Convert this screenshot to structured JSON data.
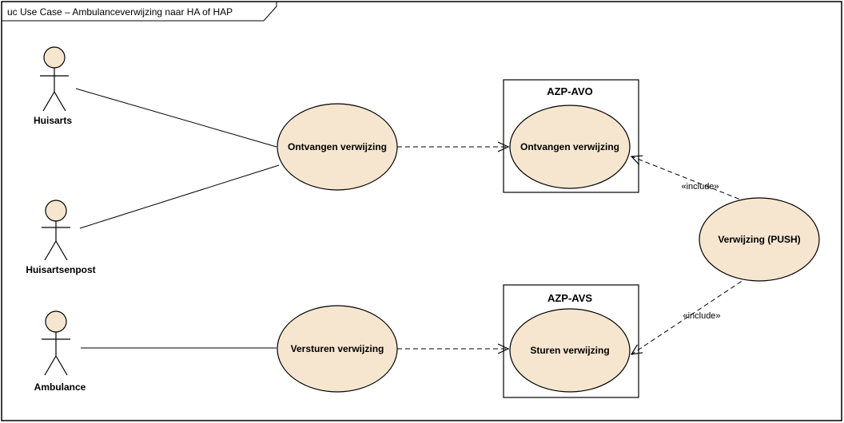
{
  "frame": {
    "title": "uc Use Case – Ambulanceverwijzing naar HA of HAP"
  },
  "actors": {
    "huisarts": "Huisarts",
    "huisartsenpost": "Huisartsenpost",
    "ambulance": "Ambulance"
  },
  "use_cases": {
    "ontvangen": "Ontvangen verwijzing",
    "versturen": "Versturen verwijzing",
    "avo_ontvangen": "Ontvangen verwijzing",
    "avs_sturen": "Sturen verwijzing",
    "push": "Verwijzing (PUSH)"
  },
  "boundaries": {
    "avo": "AZP-AVO",
    "avs": "AZP-AVS"
  },
  "relations": {
    "include_top": "«include»",
    "include_bottom": "«include»"
  },
  "colors": {
    "use_case_fill": "#f6e6cf",
    "actor_head_fill": "#f6e6cf",
    "line": "#000000"
  }
}
